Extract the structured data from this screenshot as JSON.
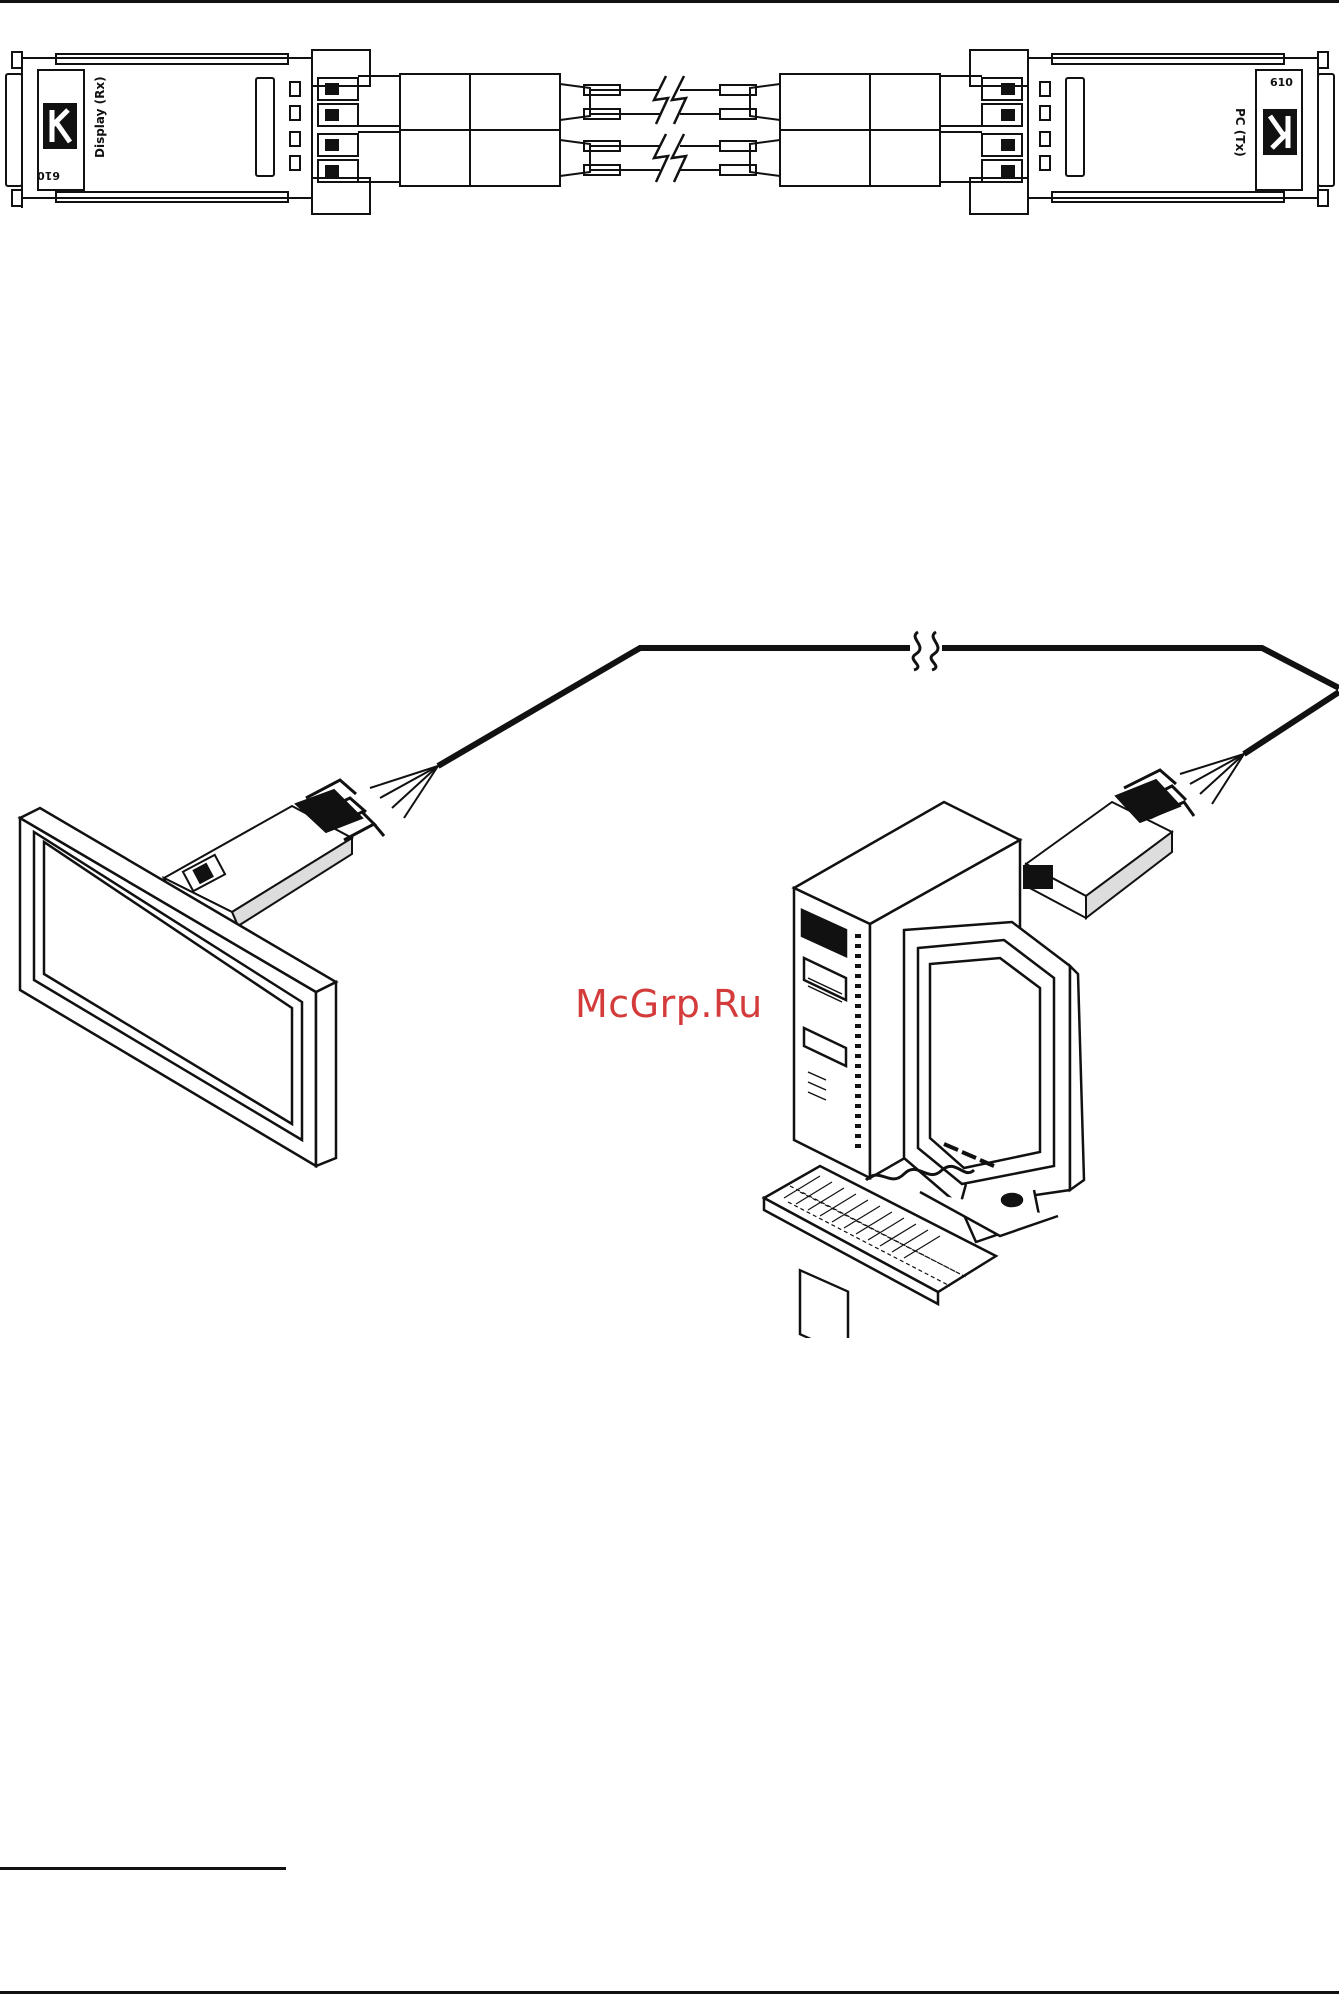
{
  "figure_cable": {
    "rx_unit": {
      "label": "Display (Rx)",
      "model": "610",
      "logo_icon": "kramer-k-logo"
    },
    "tx_unit": {
      "label": "PC (Tx)",
      "model": "610",
      "logo_icon": "kramer-k-logo"
    },
    "fiber_count": 4,
    "break_icon": "cable-break-icon"
  },
  "figure_setup": {
    "devices": [
      "flat-panel-display",
      "pc-tower",
      "crt-monitor",
      "keyboard"
    ],
    "break_icon": "cable-break-icon"
  },
  "watermark": {
    "text": "McGrp.Ru",
    "color": "#d43c3c"
  },
  "colors": {
    "ink": "#111111",
    "paper": "#ffffff"
  }
}
